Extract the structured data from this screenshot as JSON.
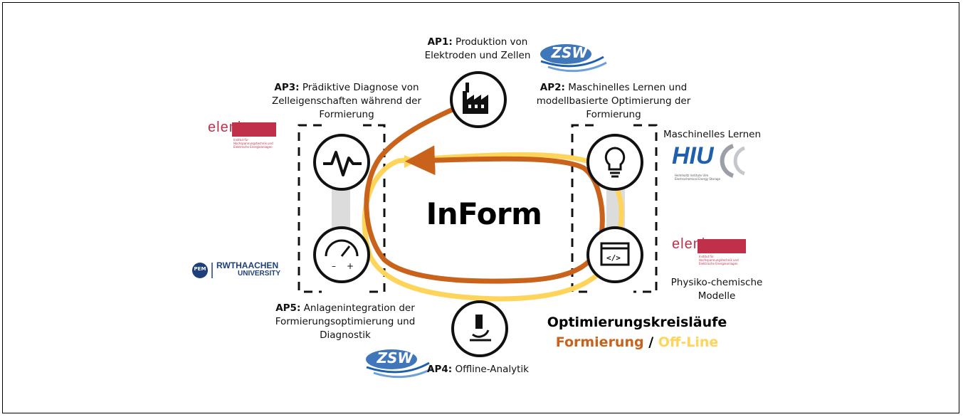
{
  "center": {
    "title": "InForm"
  },
  "ap1": {
    "code": "AP1:",
    "text": "Produktion von",
    "text2": "Elektroden und Zellen"
  },
  "ap2": {
    "code": "AP2:",
    "text": "Maschinelles Lernen und",
    "text2": "modellbasierte Optimierung der",
    "text3": "Formierung"
  },
  "ap3": {
    "code": "AP3:",
    "text": "Prädiktive Diagnose von",
    "text2": "Zelleigenschaften während der",
    "text3": "Formierung"
  },
  "ap4": {
    "code": "AP4:",
    "text": "Offline-Analytik"
  },
  "ap5": {
    "code": "AP5:",
    "text": "Anlagenintegration der",
    "text2": "Formierungsoptimierung und",
    "text3": "Diagnostik"
  },
  "right_labels": {
    "ml": "Maschinelles Lernen",
    "phys1": "Physiko-chemische",
    "phys2": "Modelle"
  },
  "legend": {
    "title": "Optimierungskreisläufe",
    "formierung": "Formierung",
    "separator": "/",
    "offline": "Off-Line",
    "formierung_color": "#c9631b",
    "offline_color": "#ffd45a"
  },
  "logos": {
    "zsw": "ZSW",
    "elenia": "elenia",
    "elenia_sub": "Institut für Hochspannungstechnik und Elektrische Energieanlagen",
    "hiu": "HIU",
    "hiu_sub": "Helmholtz Institute Ulm Electrochemical Energy Storage",
    "pem": "PEM",
    "rwth1": "RWTHAACHEN",
    "rwth2": "UNIVERSITY"
  },
  "icons": [
    "factory-icon",
    "heartbeat-icon",
    "lightbulb-icon",
    "gauge-icon",
    "code-window-icon",
    "microscope-icon"
  ]
}
